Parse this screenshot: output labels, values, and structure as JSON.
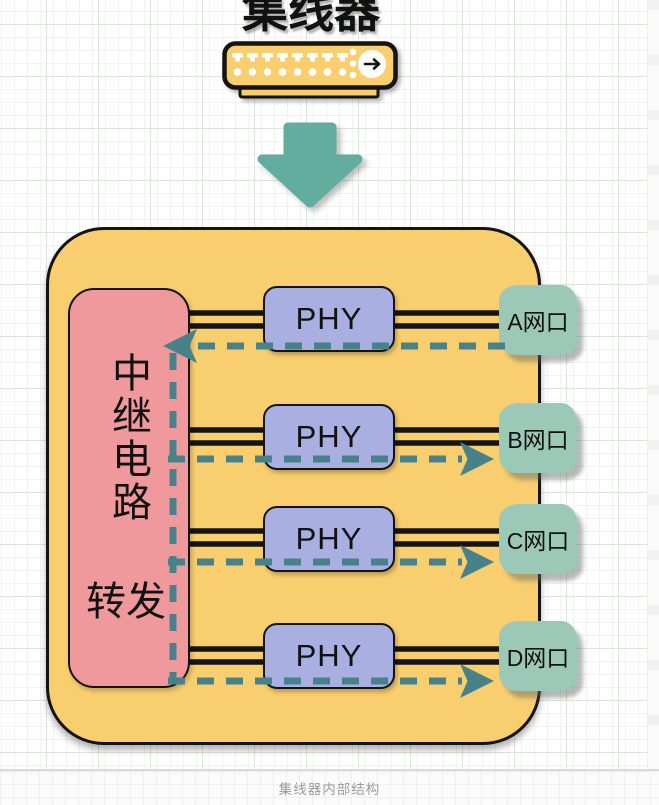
{
  "title": "集线器",
  "caption": "集线器内部结构",
  "diagram": {
    "relay_unit": {
      "label": "中继电路",
      "action_label": "转发"
    },
    "rows": [
      {
        "phy_label": "PHY",
        "port_label": "A网口",
        "flow_direction": "in"
      },
      {
        "phy_label": "PHY",
        "port_label": "B网口",
        "flow_direction": "out"
      },
      {
        "phy_label": "PHY",
        "port_label": "C网口",
        "flow_direction": "out"
      },
      {
        "phy_label": "PHY",
        "port_label": "D网口",
        "flow_direction": "out"
      }
    ]
  },
  "icons": {
    "hub_device": "hub-device-icon",
    "down_arrow": "down-arrow-icon"
  },
  "colors": {
    "hub_body": "#F9CE6E",
    "relay_box": "#F0999C",
    "phy_box": "#A9AFE1",
    "port_box": "#9CC8B8",
    "flow_dash": "#47828B",
    "down_arrow": "#63AD9E",
    "outline": "#141414",
    "grid_major": "#d9e7d6",
    "caption_text": "#9b9b9b"
  }
}
